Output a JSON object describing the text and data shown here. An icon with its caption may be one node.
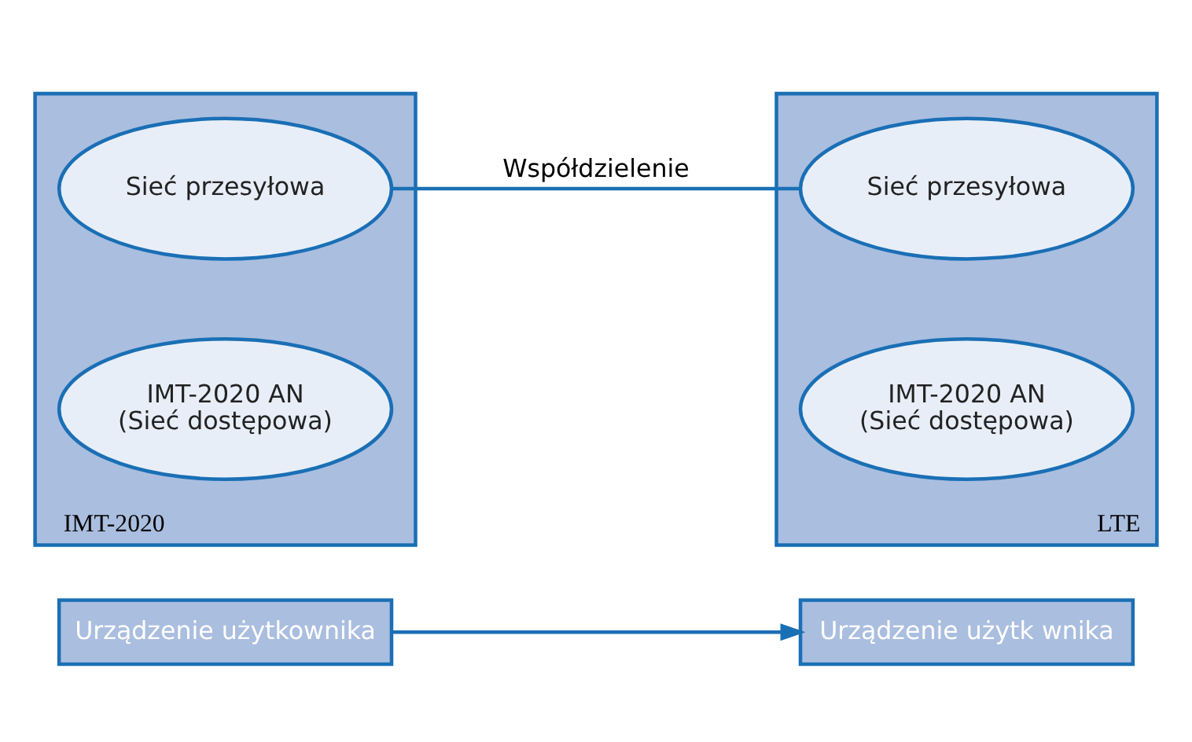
{
  "diagram": {
    "nodes": [
      {
        "text": [
          "IMT-2020"
        ]
      },
      {
        "text": [
          "Sieć przesyłowa"
        ],
        "in": 0
      },
      {
        "text": [
          "IMT-2020 AN",
          "(Sieć dostępowa)"
        ],
        "in": 0
      },
      {
        "text": [
          "LTE"
        ]
      },
      {
        "text": [
          "Sieć przesyłowa"
        ],
        "in": 3
      },
      {
        "text": [
          "IMT-2020 AN",
          "(Sieć dostępowa)"
        ],
        "in": 3
      },
      {
        "text": [
          "Urządzenie użytkownika"
        ]
      },
      {
        "text": [
          "Urządzenie użytk wnika"
        ]
      }
    ],
    "edges": [
      {
        "from": 1,
        "to": 4,
        "label": "Współdzielenie",
        "arrow": "none"
      },
      {
        "from": 6,
        "to": 7,
        "arrow": "to"
      }
    ]
  }
}
